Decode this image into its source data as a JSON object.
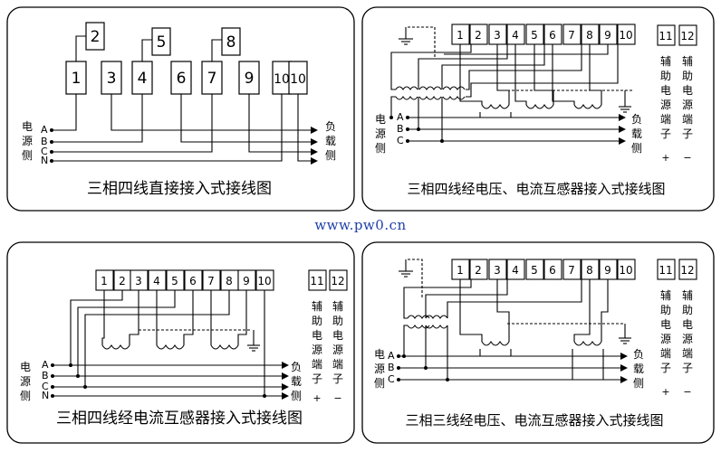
{
  "website": "www.pw0.cn",
  "source_side": [
    "电",
    "源",
    "侧"
  ],
  "load_side": [
    "负",
    "载",
    "侧"
  ],
  "aux_power": {
    "col1": [
      "辅",
      "助",
      "电",
      "源",
      "端",
      "子"
    ],
    "col2": [
      "辅",
      "助",
      "电",
      "源",
      "端",
      "子"
    ],
    "plus": "+",
    "minus": "−",
    "terminal_11": "11",
    "terminal_12": "12"
  },
  "phases": [
    "A",
    "B",
    "C",
    "N"
  ],
  "phases3": [
    "A",
    "B",
    "C"
  ],
  "diagrams": {
    "d1": {
      "title": "三相四线直接接入式接线图",
      "lower_terminals": [
        "1",
        "3",
        "4",
        "6",
        "7",
        "9",
        "10",
        "10"
      ],
      "upper_terminals": [
        "2",
        "5",
        "8"
      ]
    },
    "d2": {
      "title": "三相四线经电压、电流互感器接入式接线图",
      "terminals": [
        "1",
        "2",
        "3",
        "4",
        "5",
        "6",
        "7",
        "8",
        "9",
        "10"
      ]
    },
    "d3": {
      "title": "三相四线经电流互感器接入式接线图",
      "terminals": [
        "1",
        "2",
        "3",
        "4",
        "5",
        "6",
        "7",
        "8",
        "9",
        "10"
      ]
    },
    "d4": {
      "title": "三相三线经电压、电流互感器接入式接线图",
      "terminals": [
        "1",
        "2",
        "3",
        "4",
        "5",
        "6",
        "7",
        "8",
        "9",
        "10"
      ]
    }
  }
}
